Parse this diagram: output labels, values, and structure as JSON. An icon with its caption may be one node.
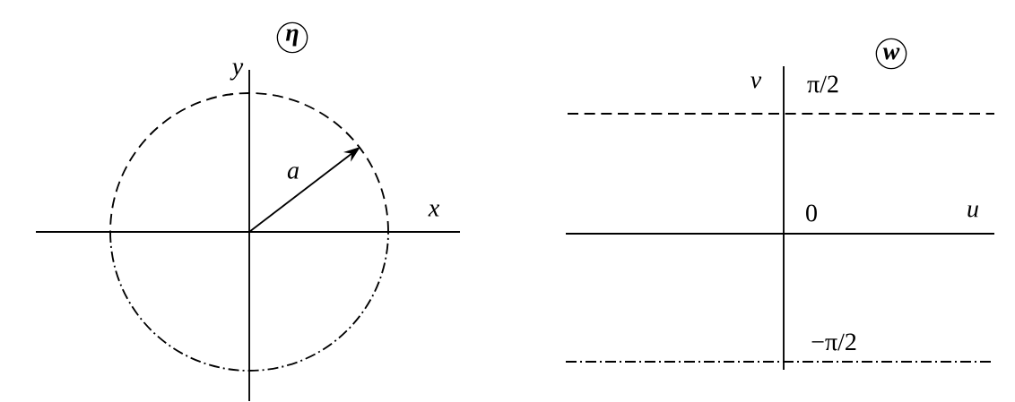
{
  "diagram": {
    "nodes": [
      {
        "text": [
          "η"
        ]
      },
      {
        "text": [
          "w"
        ]
      }
    ],
    "labels": [
      "y",
      "v",
      "π/2",
      "a",
      "x",
      "0",
      "u",
      "−π/2"
    ]
  }
}
